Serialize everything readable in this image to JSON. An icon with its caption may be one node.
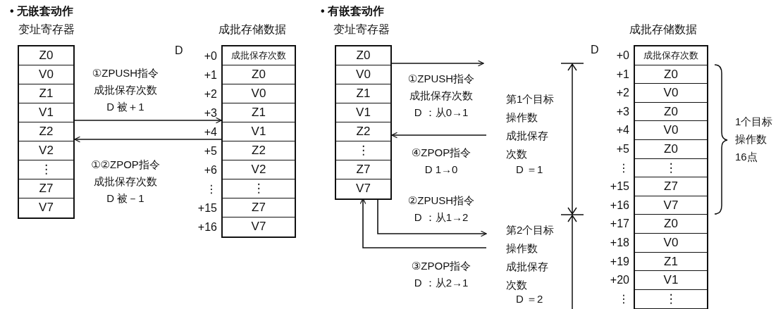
{
  "diagram": {
    "nodes": [
      {
        "text": [
          "变址寄存器"
        ]
      },
      {
        "text": [
          "Z0"
        ],
        "in": 0
      },
      {
        "text": [
          "V0"
        ],
        "in": 0
      },
      {
        "text": [
          "Z1"
        ],
        "in": 0
      },
      {
        "text": [
          "V1"
        ],
        "in": 0
      },
      {
        "text": [
          "Z2"
        ],
        "in": 0
      },
      {
        "text": [
          "V2"
        ],
        "in": 0
      },
      {
        "text": [
          "⋮"
        ],
        "in": 0
      },
      {
        "text": [
          "Z7"
        ],
        "in": 0
      },
      {
        "text": [
          "V7"
        ],
        "in": 0
      },
      {
        "text": [
          "成批存储数据"
        ]
      },
      {
        "text": [
          "成批保存次数"
        ],
        "in": 10,
        "beside": [
          "D",
          "+0"
        ]
      },
      {
        "text": [
          "Z0"
        ],
        "in": 10,
        "beside": [
          "+1"
        ]
      },
      {
        "text": [
          "V0"
        ],
        "in": 10,
        "beside": [
          "+2"
        ]
      },
      {
        "text": [
          "Z1"
        ],
        "in": 10,
        "beside": [
          "+3"
        ]
      },
      {
        "text": [
          "V1"
        ],
        "in": 10,
        "beside": [
          "+4"
        ]
      },
      {
        "text": [
          "Z2"
        ],
        "in": 10,
        "beside": [
          "+5"
        ]
      },
      {
        "text": [
          "V2"
        ],
        "in": 10,
        "beside": [
          "+6"
        ]
      },
      {
        "text": [
          "⋮"
        ],
        "in": 10,
        "beside": [
          "⋮"
        ]
      },
      {
        "text": [
          "Z7"
        ],
        "in": 10,
        "beside": [
          "+15"
        ]
      },
      {
        "text": [
          "V7"
        ],
        "in": 10,
        "beside": [
          "+16"
        ]
      },
      {
        "text": [
          "变址寄存器"
        ]
      },
      {
        "text": [
          "Z0"
        ],
        "in": 21
      },
      {
        "text": [
          "V0"
        ],
        "in": 21
      },
      {
        "text": [
          "Z1"
        ],
        "in": 21
      },
      {
        "text": [
          "V1"
        ],
        "in": 21
      },
      {
        "text": [
          "Z2"
        ],
        "in": 21
      },
      {
        "text": [
          "⋮"
        ],
        "in": 21
      },
      {
        "text": [
          "Z7"
        ],
        "in": 21
      },
      {
        "text": [
          "V7"
        ],
        "in": 21
      },
      {
        "text": [
          "成批存储数据"
        ]
      },
      {
        "text": [
          "成批保存次数"
        ],
        "in": 30,
        "beside": [
          "D",
          "+0"
        ]
      },
      {
        "text": [
          "Z0"
        ],
        "in": 30,
        "beside": [
          "+1"
        ]
      },
      {
        "text": [
          "V0"
        ],
        "in": 30,
        "beside": [
          "+2"
        ]
      },
      {
        "text": [
          "Z0"
        ],
        "in": 30,
        "beside": [
          "+3"
        ]
      },
      {
        "text": [
          "V0"
        ],
        "in": 30,
        "beside": [
          "+4"
        ]
      },
      {
        "text": [
          "Z0"
        ],
        "in": 30,
        "beside": [
          "+5"
        ]
      },
      {
        "text": [
          "⋮"
        ],
        "in": 30,
        "beside": [
          "⋮"
        ]
      },
      {
        "text": [
          "Z7"
        ],
        "in": 30,
        "beside": [
          "+15"
        ]
      },
      {
        "text": [
          "V7"
        ],
        "in": 30,
        "beside": [
          "+16"
        ]
      },
      {
        "text": [
          "Z0"
        ],
        "in": 30,
        "beside": [
          "+17"
        ]
      },
      {
        "text": [
          "V0"
        ],
        "in": 30,
        "beside": [
          "+18"
        ]
      },
      {
        "text": [
          "Z1"
        ],
        "in": 30,
        "beside": [
          "+19"
        ]
      },
      {
        "text": [
          "V1"
        ],
        "in": 30,
        "beside": [
          "+20"
        ]
      },
      {
        "text": [
          "⋮"
        ],
        "in": 30,
        "beside": [
          "⋮"
        ]
      }
    ],
    "edges": [
      {
        "from": 0,
        "to": 10,
        "arrow": "to",
        "label": "①ZPUSH指令成批保存次数 D 被＋1"
      },
      {
        "from": 10,
        "to": 0,
        "arrow": "to",
        "label": "①②ZPOP指令成批保存次数 D 被－1"
      },
      {
        "from": 21,
        "to": null,
        "arrow": "to",
        "label": "①ZPUSH指令成批保存次数 D ：从0→1"
      },
      {
        "from": null,
        "to": 21,
        "arrow": "to",
        "label": "④ZPOP指令 D 1→0"
      },
      {
        "from": 29,
        "to": null,
        "arrow": "to",
        "label": "②ZPUSH指令 D ：从1→2"
      },
      {
        "from": null,
        "to": 29,
        "arrow": "to",
        "label": "③ZPOP指令 D ：从2→1"
      }
    ],
    "labels": [
      "• 无嵌套动作",
      "• 有嵌套动作",
      "第1个目标操作数成批保存次数",
      "D ＝1",
      "1个目标操作数16点",
      "第2个目标操作数成批保存次数",
      "D ＝2"
    ]
  }
}
